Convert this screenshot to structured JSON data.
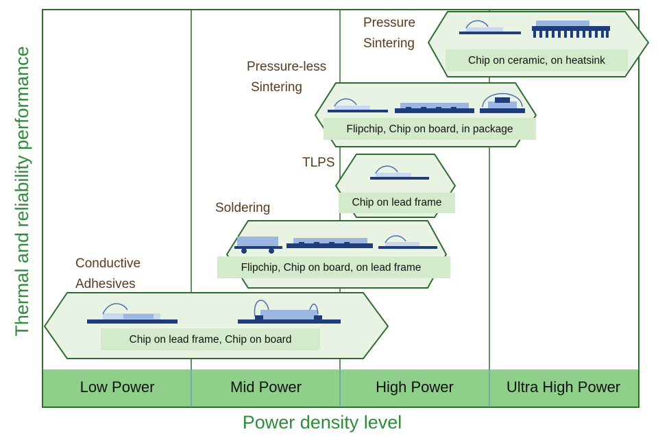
{
  "axes": {
    "x_title": "Power density level",
    "y_title": "Thermal and reliability performance"
  },
  "bands": [
    "Low Power",
    "Mid Power",
    "High Power",
    "Ultra High Power"
  ],
  "technologies": [
    {
      "name_lines": [
        "Conductive",
        "Adhesives"
      ],
      "description": "Chip on lead frame, Chip on board",
      "from_level": 0.0,
      "to_level": 2.3
    },
    {
      "name_lines": [
        "Soldering"
      ],
      "description": "Flipchip, Chip on board, on lead frame",
      "from_level": 1.25,
      "to_level": 2.55
    },
    {
      "name_lines": [
        "TLPS"
      ],
      "description": "Chip on lead frame",
      "from_level": 2.0,
      "to_level": 2.75
    },
    {
      "name_lines": [
        "Pressure-less",
        "Sintering"
      ],
      "description": "Flipchip, Chip on board, in package",
      "from_level": 1.85,
      "to_level": 3.25
    },
    {
      "name_lines": [
        "Pressure",
        "Sintering"
      ],
      "description": "Chip on ceramic, on heatsink",
      "from_level": 2.6,
      "to_level": 4.0
    }
  ],
  "colors": {
    "frame": "#2e6b30",
    "arrow_fill": "#e8f3e4",
    "arrow_stroke": "#2e6b30",
    "label_bg": "#d3ebcb",
    "band_fill": "#8ecf8a",
    "tech_text": "#5b3a1c",
    "axis_text": "#2e8b3a",
    "substrate": "#1f3d7a",
    "chip": "#9cb6e0"
  }
}
